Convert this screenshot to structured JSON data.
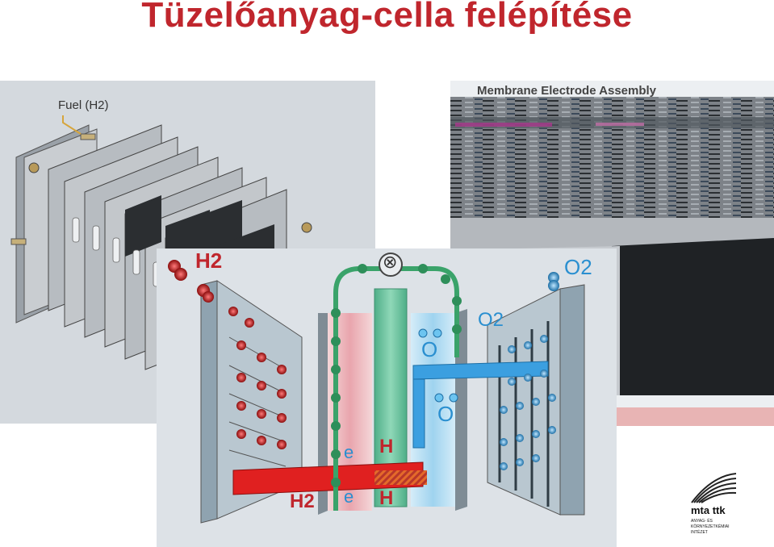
{
  "title": "Tüzelőanyag-cella felépítése",
  "left_panel": {
    "fuel_label": "Fuel (H2)"
  },
  "right_panel": {
    "mea_label": "Membrane Electrode Assembly"
  },
  "main_diagram": {
    "h2_top": "H2",
    "h2_bottom": "H2",
    "o2_top": "O2",
    "o2_mid": "O2",
    "ion_o_1": "O",
    "ion_o_2": "O",
    "e_label_1": "e",
    "e_label_2": "e",
    "h_label_1": "H",
    "h_label_2": "H",
    "load_symbol": "⊗"
  },
  "logo": {
    "name": "mta ttk",
    "sub1": "ANYAG- ÉS",
    "sub2": "KÖRNYEZETKÉMIAI",
    "sub3": "INTÉZET"
  },
  "colors": {
    "title": "#c0262d",
    "hydrogen": "#b01818",
    "oxygen": "#2a8fd0",
    "electron_path": "#3aa36a",
    "membrane": "#6fc7a4"
  }
}
